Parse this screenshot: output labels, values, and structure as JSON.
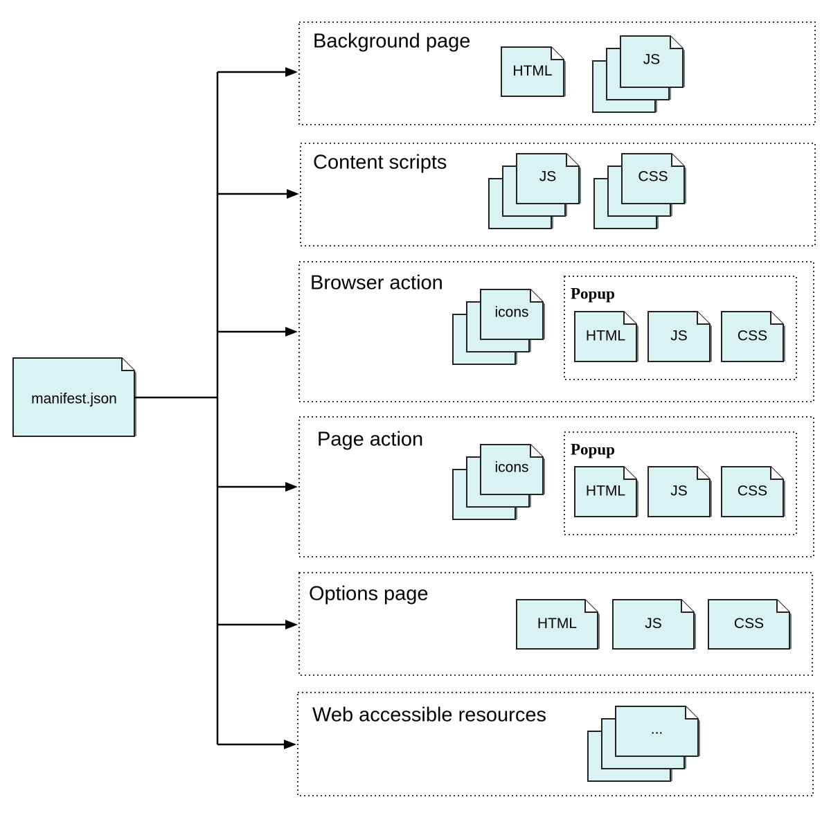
{
  "root": {
    "label": "manifest.json"
  },
  "sections": [
    {
      "id": "background-page",
      "title": "Background page",
      "files": [
        {
          "label": "HTML",
          "stacked": false
        },
        {
          "label": "JS",
          "stacked": true
        }
      ]
    },
    {
      "id": "content-scripts",
      "title": "Content scripts",
      "files": [
        {
          "label": "JS",
          "stacked": true
        },
        {
          "label": "CSS",
          "stacked": true
        }
      ]
    },
    {
      "id": "browser-action",
      "title": "Browser action",
      "files": [
        {
          "label": "icons",
          "stacked": true
        }
      ],
      "popup": {
        "title": "Popup",
        "files": [
          "HTML",
          "JS",
          "CSS"
        ]
      }
    },
    {
      "id": "page-action",
      "title": "Page action",
      "files": [
        {
          "label": "icons",
          "stacked": true
        }
      ],
      "popup": {
        "title": "Popup",
        "files": [
          "HTML",
          "JS",
          "CSS"
        ]
      }
    },
    {
      "id": "options-page",
      "title": "Options page",
      "files": [
        {
          "label": "HTML",
          "stacked": false
        },
        {
          "label": "JS",
          "stacked": false
        },
        {
          "label": "CSS",
          "stacked": false
        }
      ]
    },
    {
      "id": "web-accessible-resources",
      "title": "Web accessible resources",
      "files": [
        {
          "label": "...",
          "stacked": true
        }
      ]
    }
  ],
  "colors": {
    "doc_fill": "#d9f2f2",
    "line": "#000000"
  }
}
